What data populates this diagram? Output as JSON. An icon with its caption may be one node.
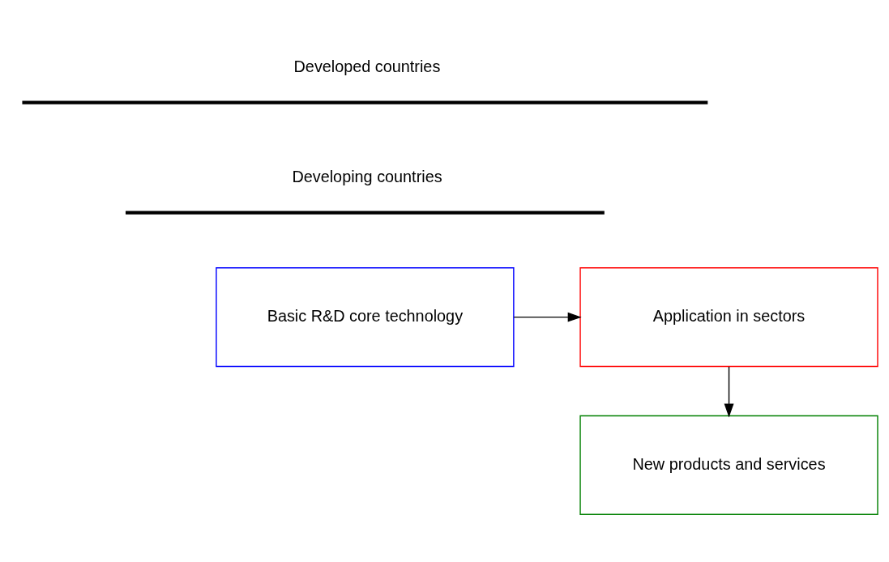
{
  "diagram": {
    "nodes": [
      {
        "text": [
          "Basic R&D core technology"
        ]
      },
      {
        "text": [
          "Application in sectors"
        ]
      },
      {
        "text": [
          "New products and services"
        ]
      }
    ],
    "edges": [
      {
        "from": 0,
        "to": 1,
        "arrow": "to"
      },
      {
        "from": 1,
        "to": 2,
        "arrow": "to"
      }
    ],
    "labels": [
      "Developed countries",
      "Developing countries"
    ]
  }
}
